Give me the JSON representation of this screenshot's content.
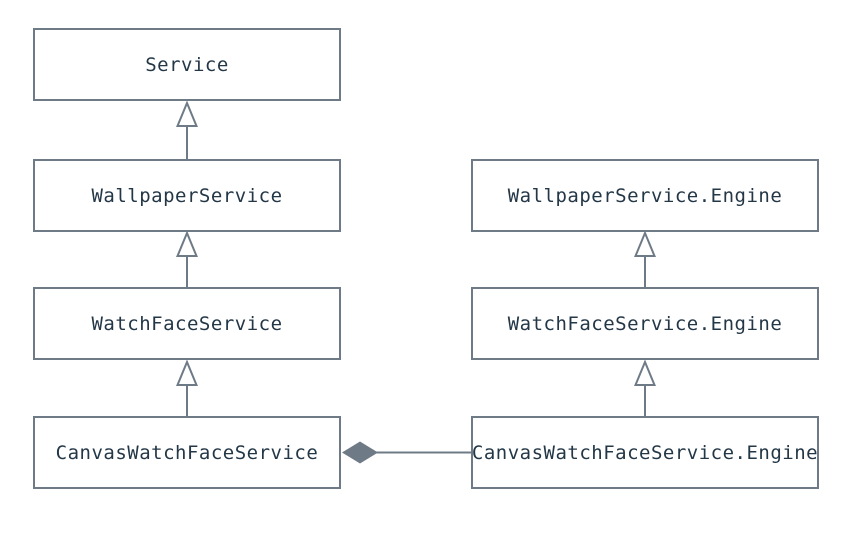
{
  "diagram": {
    "type": "uml-class-diagram",
    "nodes": {
      "service": {
        "label": "Service"
      },
      "wallpaper_service": {
        "label": "WallpaperService"
      },
      "watch_face_service": {
        "label": "WatchFaceService"
      },
      "canvas_watch_face_service": {
        "label": "CanvasWatchFaceService"
      },
      "wallpaper_service_engine": {
        "label": "WallpaperService.Engine"
      },
      "watch_face_service_engine": {
        "label": "WatchFaceService.Engine"
      },
      "canvas_watch_face_service_engine": {
        "label": "CanvasWatchFaceService.Engine"
      }
    },
    "relations": [
      {
        "from": "WallpaperService",
        "to": "Service",
        "type": "inheritance"
      },
      {
        "from": "WatchFaceService",
        "to": "WallpaperService",
        "type": "inheritance"
      },
      {
        "from": "CanvasWatchFaceService",
        "to": "WatchFaceService",
        "type": "inheritance"
      },
      {
        "from": "WatchFaceService.Engine",
        "to": "WallpaperService.Engine",
        "type": "inheritance"
      },
      {
        "from": "CanvasWatchFaceService.Engine",
        "to": "WatchFaceService.Engine",
        "type": "inheritance"
      },
      {
        "from": "CanvasWatchFaceService",
        "to": "CanvasWatchFaceService.Engine",
        "type": "composition"
      }
    ],
    "colors": {
      "box_border": "#6e7b87",
      "box_fill": "#ffffff",
      "label_text": "#233747",
      "connector": "#6e7b87",
      "diamond_fill": "#6e7b87",
      "background": "#ffffff"
    }
  }
}
